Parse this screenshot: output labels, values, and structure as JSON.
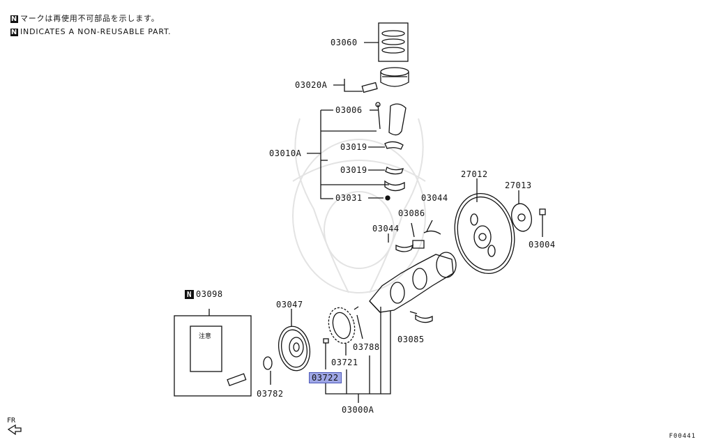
{
  "legend": {
    "badge": "N",
    "line1": "マークは再使用不可部品を示します。",
    "line2": "INDICATES A NON-REUSABLE PART."
  },
  "labels": {
    "p03060": "03060",
    "p03020A": "03020A",
    "p03006": "03006",
    "p03010A": "03010A",
    "p03019a": "03019",
    "p03019b": "03019",
    "p03031": "03031",
    "p03044a": "03044",
    "p03086": "03086",
    "p03044b": "03044",
    "p27012": "27012",
    "p27013": "27013",
    "p03004": "03004",
    "p03098": "03098",
    "p03047": "03047",
    "p03788": "03788",
    "p03721": "03721",
    "p03722": "03722",
    "p03085": "03085",
    "p03782": "03782",
    "p03000A": "03000A"
  },
  "note_sheet_text": "注意",
  "fr_label": "FR",
  "figure_code": "F00441",
  "highlight_color": "#9fa7e6"
}
